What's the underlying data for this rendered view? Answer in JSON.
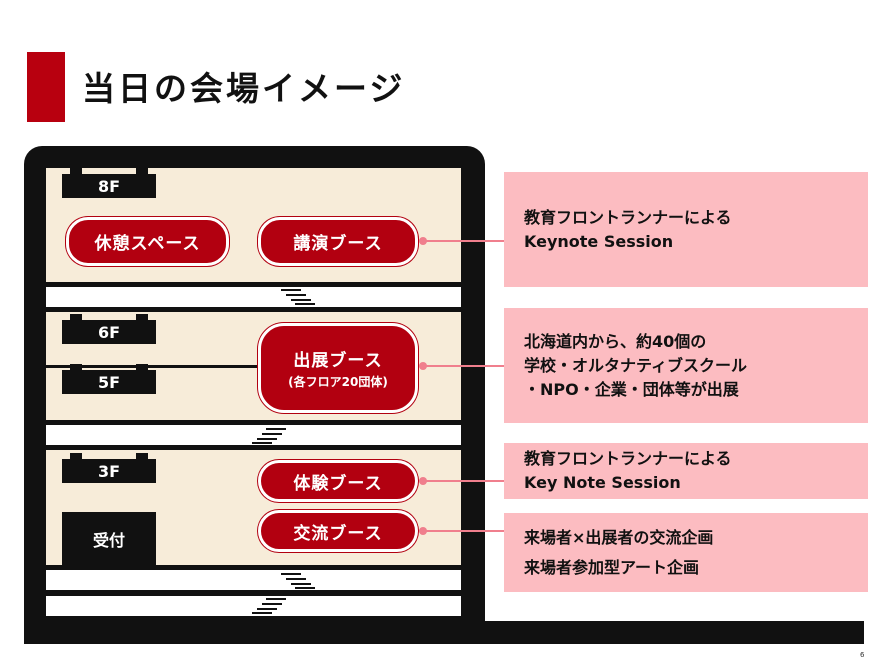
{
  "title": "当日の会場イメージ",
  "floors": {
    "f8": "8F",
    "f6": "6F",
    "f5": "5F",
    "f3": "3F",
    "reception": "受付"
  },
  "booths": {
    "rest": "休憩スペース",
    "lecture": "講演ブース",
    "exhibit": "出展ブース",
    "exhibit_sub": "(各フロア20団体)",
    "experience": "体験ブース",
    "exchange": "交流ブース"
  },
  "callouts": {
    "lecture": [
      "教育フロントランナーによる",
      "Keynote Session"
    ],
    "exhibit": [
      "北海道内から、約40個の",
      "学校・オルタナティブスクール",
      "・NPO・企業・団体等が出展"
    ],
    "experience": [
      "教育フロントランナーによる",
      "Key Note Session"
    ],
    "exchange": [
      "来場者×出展者の交流企画",
      "来場者参加型アート企画"
    ]
  },
  "page_number": "6",
  "colors": {
    "accent": "#b8000f",
    "callout_bg": "#fcbcc1",
    "floor_bg": "#f7ecd9",
    "connector": "#f07f8d"
  }
}
